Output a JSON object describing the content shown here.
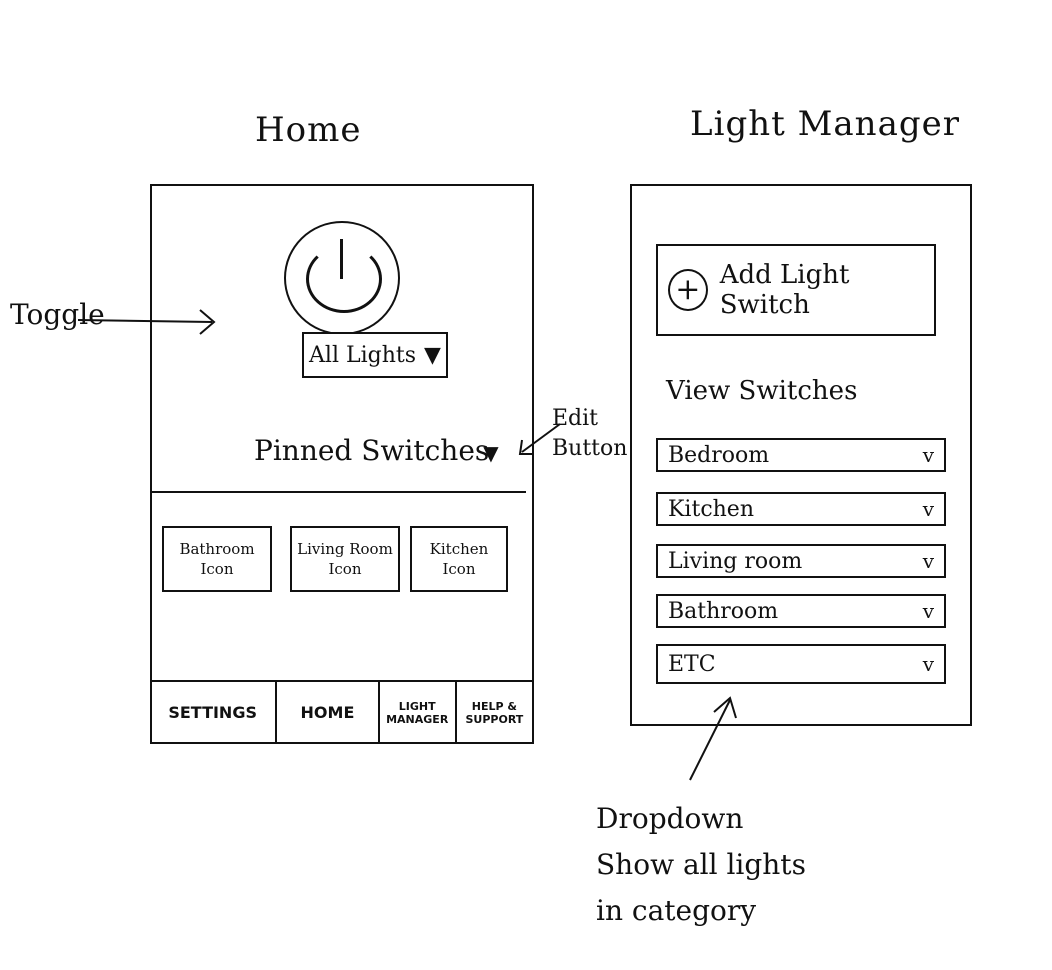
{
  "screens": {
    "home": {
      "title": "Home",
      "toggle_label": "All Lights",
      "pinned_title": "Pinned Switches",
      "tiles": [
        {
          "line1": "Bathroom",
          "line2": "Icon"
        },
        {
          "line1": "Living Room",
          "line2": "Icon"
        },
        {
          "line1": "Kitchen",
          "line2": "Icon"
        }
      ],
      "nav": [
        {
          "label": "SETTINGS"
        },
        {
          "label": "HOME"
        },
        {
          "label": "LIGHT MANAGER"
        },
        {
          "label": "HELP & SUPPORT"
        }
      ]
    },
    "manager": {
      "title": "Light Manager",
      "add_button": "Add Light Switch",
      "view_title": "View Switches",
      "dropdowns": [
        "Bedroom",
        "Kitchen",
        "Living room",
        "Bathroom",
        "ETC"
      ]
    }
  },
  "annotations": {
    "toggle": "Toggle",
    "edit_button_line1": "Edit",
    "edit_button_line2": "Button",
    "dropdown_line1": "Dropdown",
    "dropdown_line2": "Show all lights",
    "dropdown_line3": "in category"
  },
  "icons": {
    "power": "power-icon",
    "chevron": "chevron-down-icon",
    "plus": "plus-circle-icon",
    "edit": "edit-icon"
  }
}
